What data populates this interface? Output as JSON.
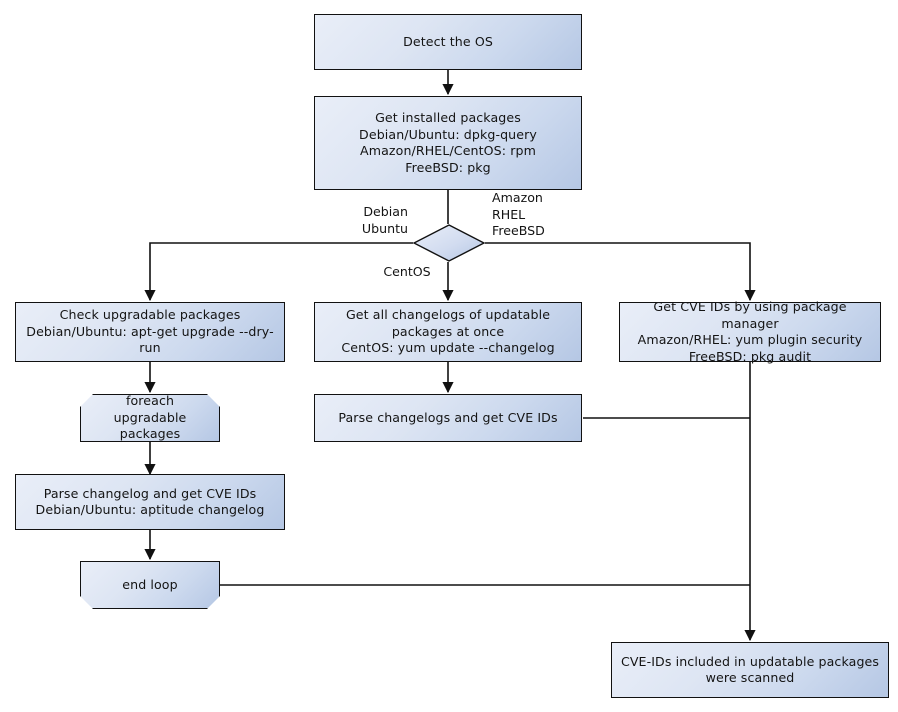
{
  "diagram": {
    "title": "Vuls CVE scanning flow",
    "accent_fill_light": "#e9eef8",
    "accent_fill_dark": "#b5c7e4",
    "stroke": "#111111",
    "nodes": {
      "detect_os": "Detect the OS",
      "get_installed_packages": "Get installed packages\nDebian/Ubuntu: dpkg-query\nAmazon/RHEL/CentOS: rpm\nFreeBSD: pkg",
      "os_decision": "",
      "check_upgradable": "Check upgradable packages\nDebian/Ubuntu: apt-get upgrade --dry-run",
      "get_all_changelogs": "Get all changelogs of updatable packages at once\nCentOS: yum update --changelog",
      "get_cve_ids_pkgmgr": "Get CVE IDs by using package manager\nAmazon/RHEL: yum plugin security\nFreeBSD: pkg audit",
      "foreach_loop": "foreach\nupgradable  packages",
      "parse_changelog_single": "Parse changelog and get  CVE IDs\nDebian/Ubuntu: aptitude changelog",
      "end_loop": "end loop",
      "parse_changelogs_multi": "Parse changelogs and get CVE IDs",
      "scanned_result": "CVE-IDs included in updatable packages\nwere scanned"
    },
    "edge_labels": {
      "debian_ubuntu": "Debian\nUbuntu",
      "amazon_rhel_freebsd": "Amazon\nRHEL\nFreeBSD",
      "centos": "CentOS"
    }
  }
}
